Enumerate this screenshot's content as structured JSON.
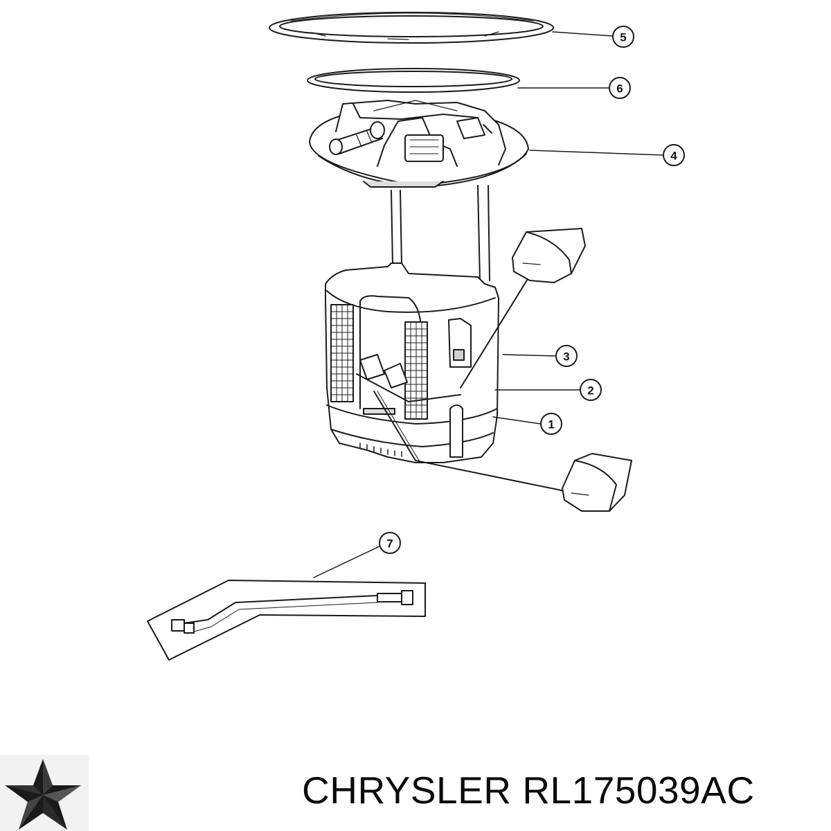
{
  "callouts": [
    {
      "id": "5",
      "label": "5"
    },
    {
      "id": "6",
      "label": "6"
    },
    {
      "id": "4",
      "label": "4"
    },
    {
      "id": "3",
      "label": "3"
    },
    {
      "id": "2",
      "label": "2"
    },
    {
      "id": "1",
      "label": "1"
    },
    {
      "id": "7",
      "label": "7"
    }
  ],
  "footer": {
    "brand": "CHRYSLER",
    "part_number": "RL175039AC",
    "logo_icon": "chrysler-pentastar-icon"
  },
  "colors": {
    "line": "#1a1a1a",
    "fill": "#ffffff",
    "shade": "#d9d9d9"
  }
}
